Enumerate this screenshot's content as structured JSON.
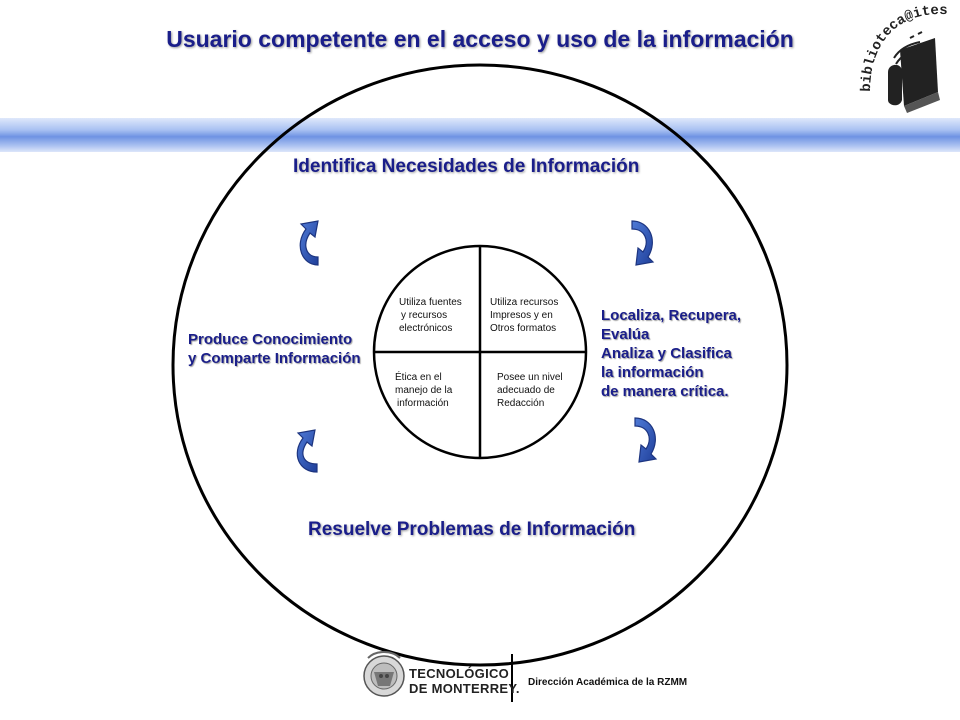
{
  "title": "Usuario competente en el acceso y uso de la información",
  "headings": {
    "top": "Identifica Necesidades de Información",
    "bottom": "Resuelve Problemas de Información"
  },
  "left_text": [
    "Produce Conocimiento",
    "y Comparte Información"
  ],
  "right_text": [
    "Localiza, Recupera,",
    "Evalúa",
    "Analiza y Clasifica",
    "la información",
    "de manera crítica."
  ],
  "quadrants": {
    "top_left": [
      "Utiliza fuentes",
      "y recursos",
      "electrónicos"
    ],
    "top_right": [
      "Utiliza recursos",
      "Impresos y en",
      "Otros formatos"
    ],
    "bottom_left": [
      "Ética en el",
      "manejo de la",
      "información"
    ],
    "bottom_right": [
      "Posee un nivel",
      "adecuado de",
      "Redacción"
    ]
  },
  "logo_text": "biblioteca@itesm.mx",
  "footer": {
    "institution_line1": "TECNOLÓGICO",
    "institution_line2": "DE MONTERREY.",
    "department": "Dirección Académica de la RZMM"
  },
  "colors": {
    "title": "#1a1e8a",
    "arrow": "#2f56b8",
    "band": "#7b9de6"
  }
}
